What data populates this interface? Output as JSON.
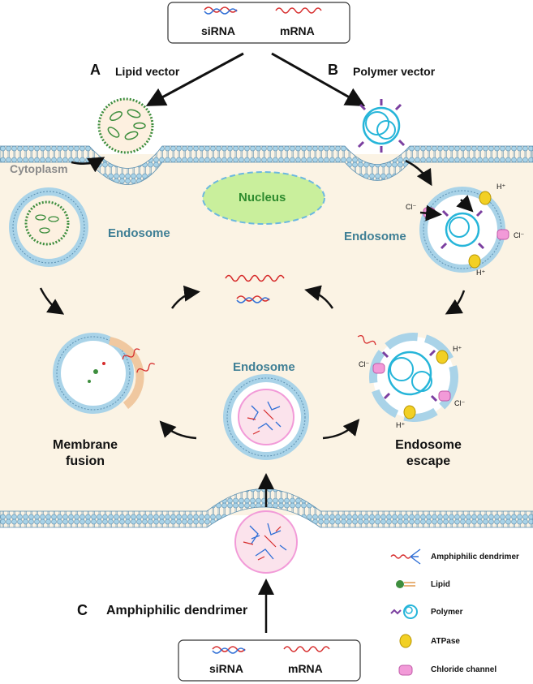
{
  "top_box": {
    "sirna": "siRNA",
    "mrna": "mRNA"
  },
  "bottom_box": {
    "sirna": "siRNA",
    "mrna": "mRNA"
  },
  "routes": {
    "a_letter": "A",
    "a_label": "Lipid vector",
    "b_letter": "B",
    "b_label": "Polymer vector",
    "c_letter": "C",
    "c_label": "Amphiphilic dendrimer"
  },
  "cell": {
    "cytoplasm": "Cytoplasm",
    "nucleus": "Nucleus",
    "endosome_left": "Endosome",
    "endosome_right": "Endosome",
    "endosome_center": "Endosome",
    "membrane_fusion_1": "Membrane",
    "membrane_fusion_2": "fusion",
    "endosome_escape_1": "Endosome",
    "endosome_escape_2": "escape"
  },
  "ions": {
    "h_plus": "H⁺",
    "cl_minus": "Cl⁻"
  },
  "legend": [
    {
      "label": "Amphiphilic dendrimer",
      "icon": "dendrimer-icon"
    },
    {
      "label": "Lipid",
      "icon": "lipid-icon"
    },
    {
      "label": "Polymer",
      "icon": "polymer-icon"
    },
    {
      "label": "ATPase",
      "icon": "atpase-icon"
    },
    {
      "label": "Chloride channel",
      "icon": "chloride-channel-icon"
    }
  ],
  "colors": {
    "cytoplasm": "#fbf3e4",
    "membrane_head": "#a9d3e8",
    "membrane_stroke": "#5b8fb0",
    "lipid_green": "#3e8e3e",
    "lipid_tail": "#e8b37a",
    "polymer": "#26b5d9",
    "polymer_arm": "#7b3fa0",
    "atpase": "#f2d024",
    "chloride": "#f29ad8",
    "dendrimer_red": "#d62b2b",
    "dendrimer_blue": "#2f6fd6",
    "nucleus_fill": "#c9ef9c",
    "nucleus_edge": "#6cb8e0"
  }
}
